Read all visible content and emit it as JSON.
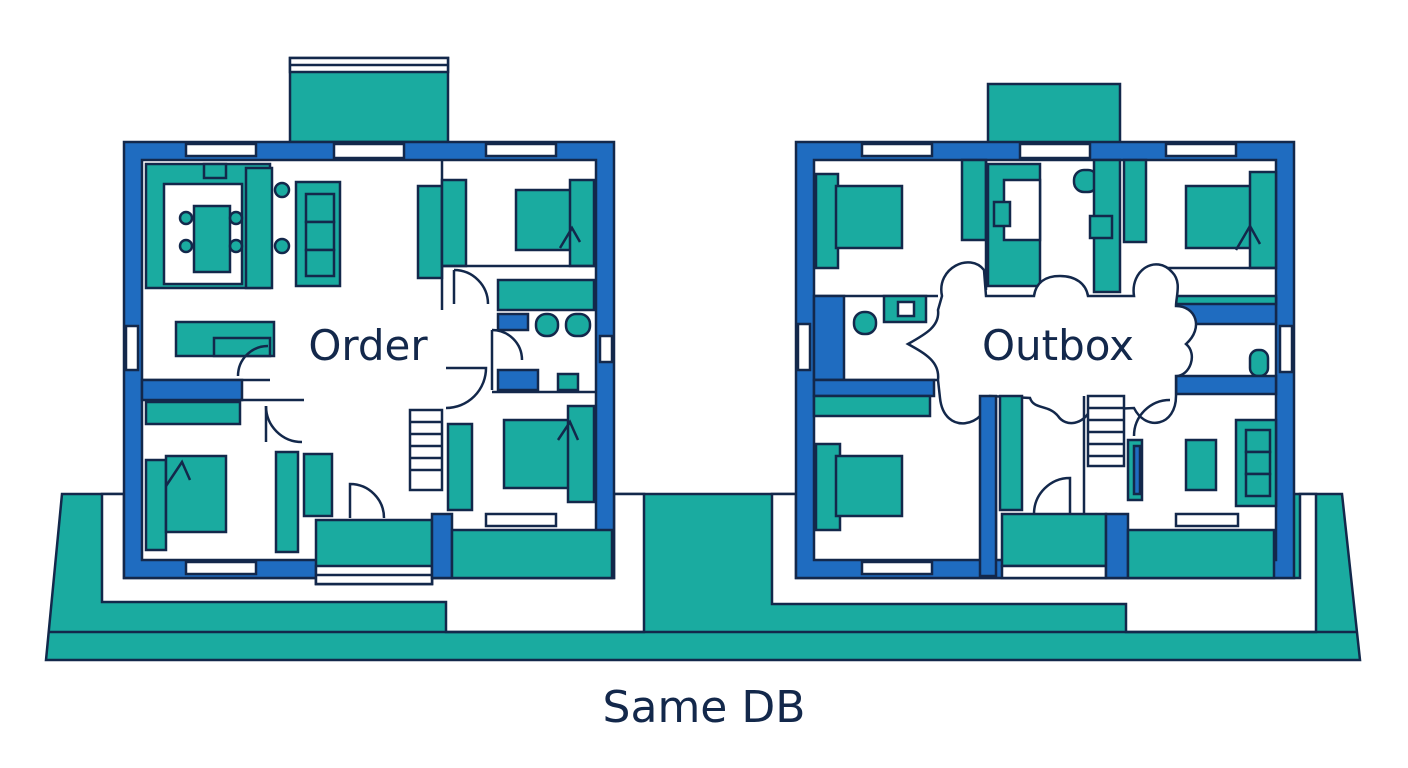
{
  "labels": {
    "left_building": "Order",
    "right_building": "Outbox",
    "base": "Same DB"
  },
  "colors": {
    "teal": "#1aaba0",
    "blue": "#1f6cc0",
    "outline": "#13284b",
    "background": "#ffffff"
  }
}
